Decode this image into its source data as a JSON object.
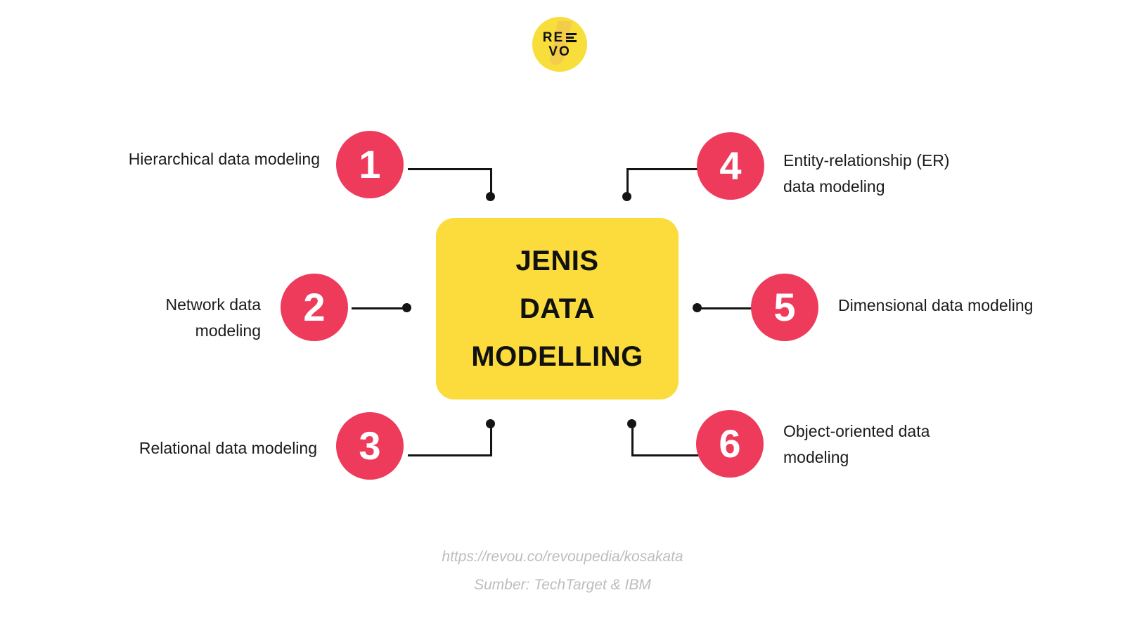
{
  "brand": {
    "logo_name": "revou-logo",
    "logo_top_text": "RE",
    "logo_bottom_text": "VO",
    "logo_bg_color": "#F7DE3A"
  },
  "center": {
    "title_line1": "JENIS",
    "title_line2": "DATA",
    "title_line3": "MODELLING",
    "bg_color": "#FBDC3C",
    "text_color": "#111111"
  },
  "accent": {
    "circle_color": "#EE3B5C",
    "connector_color": "#141414",
    "label_color": "#1b1b1b",
    "footer_color": "#bdbdbd"
  },
  "items": [
    {
      "number": "1",
      "label": "Hierarchical data modeling",
      "side": "left"
    },
    {
      "number": "2",
      "label": "Network data\nmodeling",
      "side": "left"
    },
    {
      "number": "3",
      "label": "Relational data modeling",
      "side": "left"
    },
    {
      "number": "4",
      "label": "Entity-relationship (ER)\ndata modeling",
      "side": "right"
    },
    {
      "number": "5",
      "label": "Dimensional data modeling",
      "side": "right"
    },
    {
      "number": "6",
      "label": "Object-oriented data\nmodeling",
      "side": "right"
    }
  ],
  "items_text": {
    "item1_label": "Hierarchical data modeling",
    "item2_label_line1": "Network data",
    "item2_label_line2": "modeling",
    "item3_label": "Relational data modeling",
    "item4_label_line1": "Entity-relationship (ER)",
    "item4_label_line2": "data modeling",
    "item5_label": "Dimensional data modeling",
    "item6_label_line1": "Object-oriented data",
    "item6_label_line2": "modeling",
    "n1": "1",
    "n2": "2",
    "n3": "3",
    "n4": "4",
    "n5": "5",
    "n6": "6"
  },
  "footer": {
    "url": "https://revou.co/revoupedia/kosakata",
    "source": "Sumber: TechTarget & IBM"
  }
}
